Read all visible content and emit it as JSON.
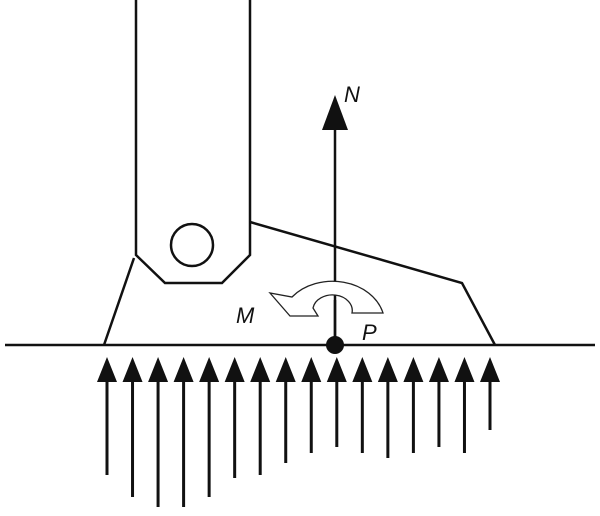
{
  "labels": {
    "normal_force": "N",
    "moment": "M",
    "point": "P"
  },
  "pressure_distribution": {
    "arrow_count": 16,
    "relative_magnitudes": [
      118,
      140,
      150,
      150,
      140,
      121,
      118,
      106,
      96,
      90,
      96,
      101,
      96,
      90,
      96,
      73
    ]
  },
  "colors": {
    "stroke": "#111111",
    "background": "#ffffff"
  }
}
